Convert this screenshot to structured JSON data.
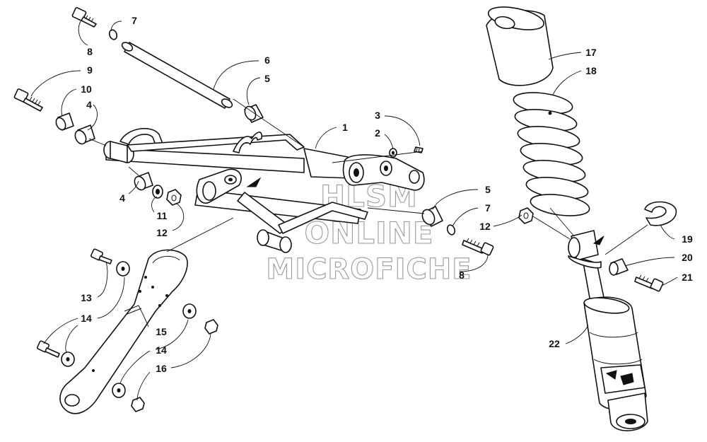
{
  "callouts": [
    {
      "id": "c1",
      "text": "1"
    },
    {
      "id": "c2",
      "text": "2"
    },
    {
      "id": "c3",
      "text": "3"
    },
    {
      "id": "c4a",
      "text": "4"
    },
    {
      "id": "c4b",
      "text": "4"
    },
    {
      "id": "c5a",
      "text": "5"
    },
    {
      "id": "c5b",
      "text": "5"
    },
    {
      "id": "c6",
      "text": "6"
    },
    {
      "id": "c7a",
      "text": "7"
    },
    {
      "id": "c7b",
      "text": "7"
    },
    {
      "id": "c8a",
      "text": "8"
    },
    {
      "id": "c8b",
      "text": "8"
    },
    {
      "id": "c9",
      "text": "9"
    },
    {
      "id": "c10",
      "text": "10"
    },
    {
      "id": "c11",
      "text": "11"
    },
    {
      "id": "c12a",
      "text": "12"
    },
    {
      "id": "c12b",
      "text": "12"
    },
    {
      "id": "c13",
      "text": "13"
    },
    {
      "id": "c14a",
      "text": "14"
    },
    {
      "id": "c14b",
      "text": "14"
    },
    {
      "id": "c15",
      "text": "15"
    },
    {
      "id": "c16",
      "text": "16"
    },
    {
      "id": "c17",
      "text": "17"
    },
    {
      "id": "c18",
      "text": "18"
    },
    {
      "id": "c19",
      "text": "19"
    },
    {
      "id": "c20",
      "text": "20"
    },
    {
      "id": "c21",
      "text": "21"
    },
    {
      "id": "c22",
      "text": "22"
    }
  ],
  "watermark": {
    "line1": "HLSM",
    "line2": "ONLINE",
    "line3": "MICROFICHE"
  }
}
